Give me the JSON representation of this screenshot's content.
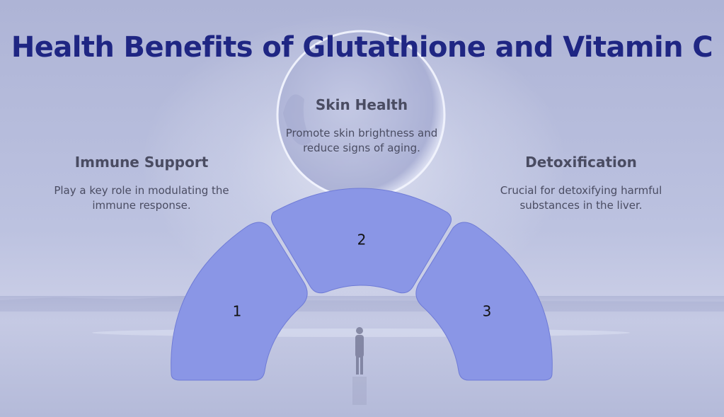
{
  "title": "Health Benefits of Glutathione and Vitamin C",
  "colors": {
    "title": "#1f2683",
    "segment_fill": "#8a96e6",
    "segment_stroke": "#6f7bd6",
    "text": "#4a4c62",
    "background": "#b9c0de"
  },
  "benefits": [
    {
      "number": "1",
      "heading": "Immune Support",
      "description": "Play a key role in modulating the immune response."
    },
    {
      "number": "2",
      "heading": "Skin Health",
      "description": "Promote skin brightness and reduce signs of aging."
    },
    {
      "number": "3",
      "heading": "Detoxification",
      "description": "Crucial for detoxifying harmful substances in the liver."
    }
  ]
}
